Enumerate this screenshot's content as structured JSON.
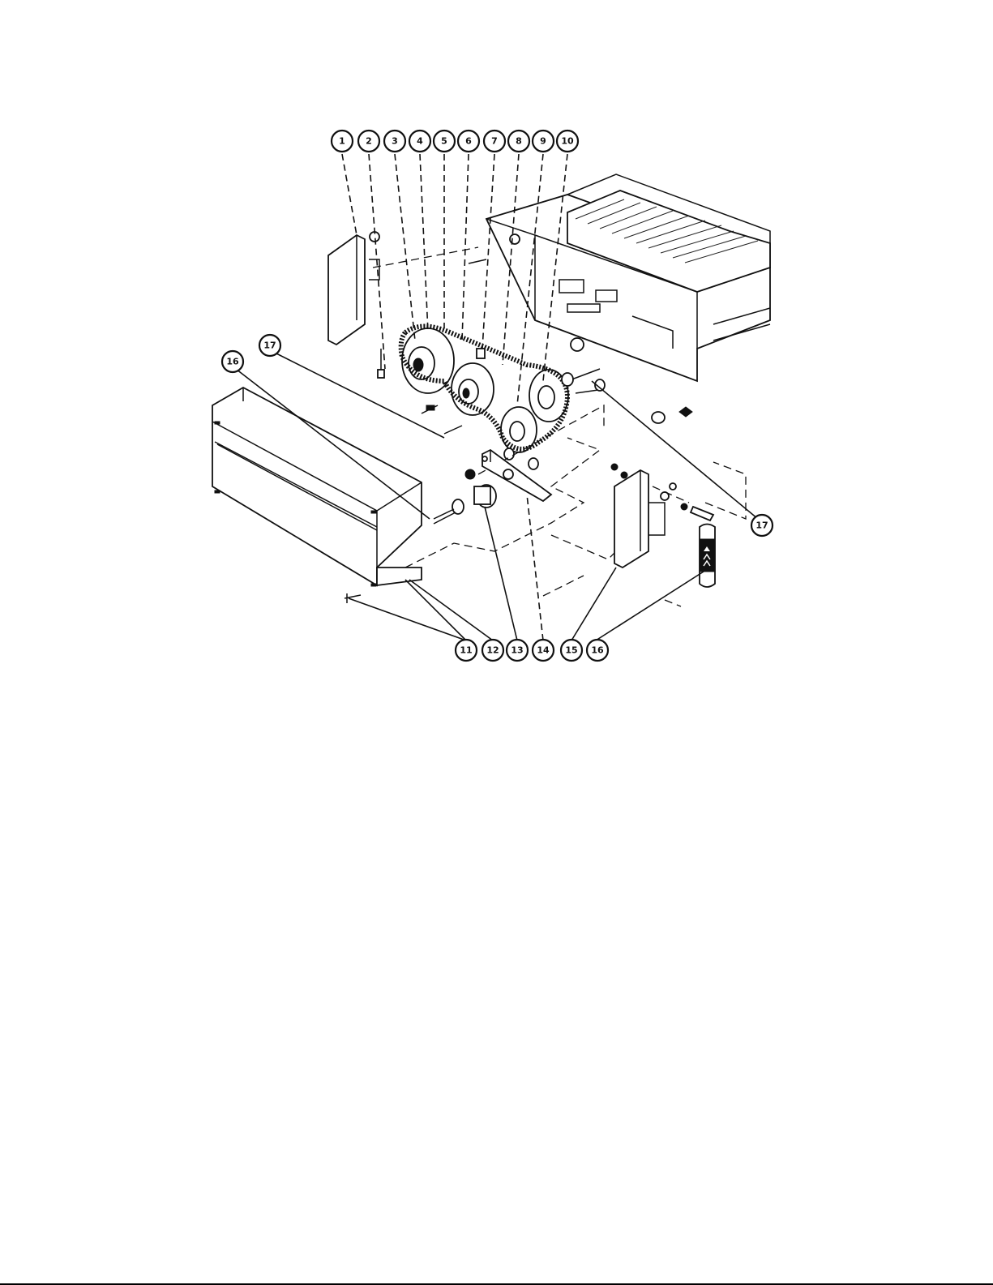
{
  "callouts_top": [
    "1",
    "2",
    "3",
    "4",
    "5",
    "6",
    "7",
    "8",
    "9",
    "10"
  ],
  "callouts_bottom": [
    "11",
    "12",
    "13",
    "14",
    "15",
    "16"
  ],
  "callouts_side": {
    "left_16": "16",
    "left_17": "17",
    "right_17": "17"
  },
  "colors": {
    "ink": "#111111",
    "paper": "#ffffff"
  }
}
